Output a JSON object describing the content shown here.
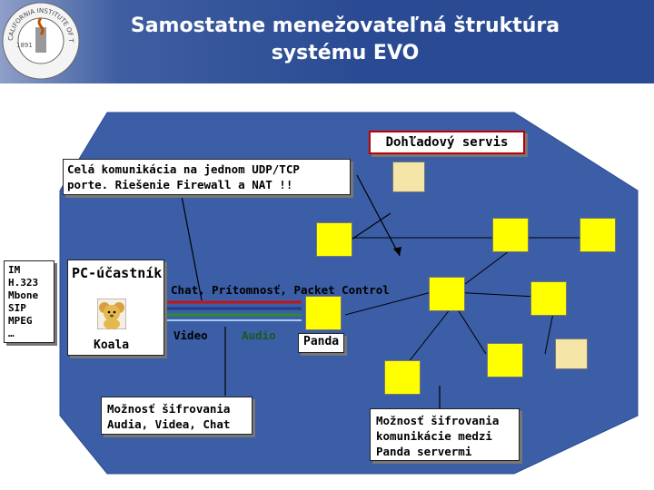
{
  "header": {
    "title_line1": "Samostatne menežovateľná štruktúra",
    "title_line2": "systému EVO",
    "logo_text": "CALIFORNIA INSTITUTE OF TECHNOLOGY",
    "logo_year": "1891"
  },
  "diagram": {
    "servis_label": "Dohľadový servis",
    "udp_line1": "Celá komunikácia na jednom UDP/TCP",
    "udp_line2": "porte. Riešenie Firewall a NAT !!",
    "protocols": [
      "IM",
      "H.323",
      "Mbone",
      "SIP",
      "MPEG",
      "…"
    ],
    "pc_title": "PC-účastník",
    "koala_label": "Koala",
    "chat_label": "Chat, Prítomnosť, Packet Control",
    "video_label": "Video",
    "audio_label": "Audio",
    "panda_label": "Panda",
    "sifr_line1": "Možnosť šifrovania",
    "sifr_line2": "Audia, Videa, Chat",
    "panda_sifr_line1": "Možnosť šifrovania",
    "panda_sifr_line2": "komunikácie medzi",
    "panda_sifr_line3": "Panda servermi"
  },
  "colors": {
    "header_blue": "#2a4b93",
    "octagon_fill": "#3b5ea6",
    "panda_bg": "#ffff00",
    "servis_border": "#c00000",
    "video_line": "#1f3d8a",
    "audio_line": "#2e8b2e",
    "chat_line": "#c01818"
  }
}
